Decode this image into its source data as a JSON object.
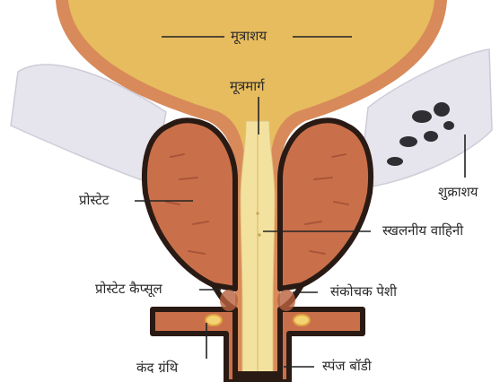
{
  "labels": {
    "bladder": "मूत्राशय",
    "urethra": "मूत्रमार्ग",
    "prostate": "प्रोस्टेट",
    "seminal_vesicle": "शुक्राशय",
    "ejaculatory_duct": "स्खलनीय वाहिनी",
    "prostate_capsule": "प्रोस्टेट कैप्सूल",
    "sphincter": "संकोचक पेशी",
    "bulbourethral_gland": "कंद ग्रंथि",
    "spongy_body": "स्पंज बॉडी"
  },
  "colors": {
    "bladder_fill": "#e7bc5e",
    "bladder_rim": "#d88a5a",
    "prostate_fill": "#c9704a",
    "prostate_outline": "#2a1a14",
    "urethra_fill": "#f3e1a0",
    "vesicle_fill": "#e6e4ec",
    "leader_line": "#222222"
  }
}
